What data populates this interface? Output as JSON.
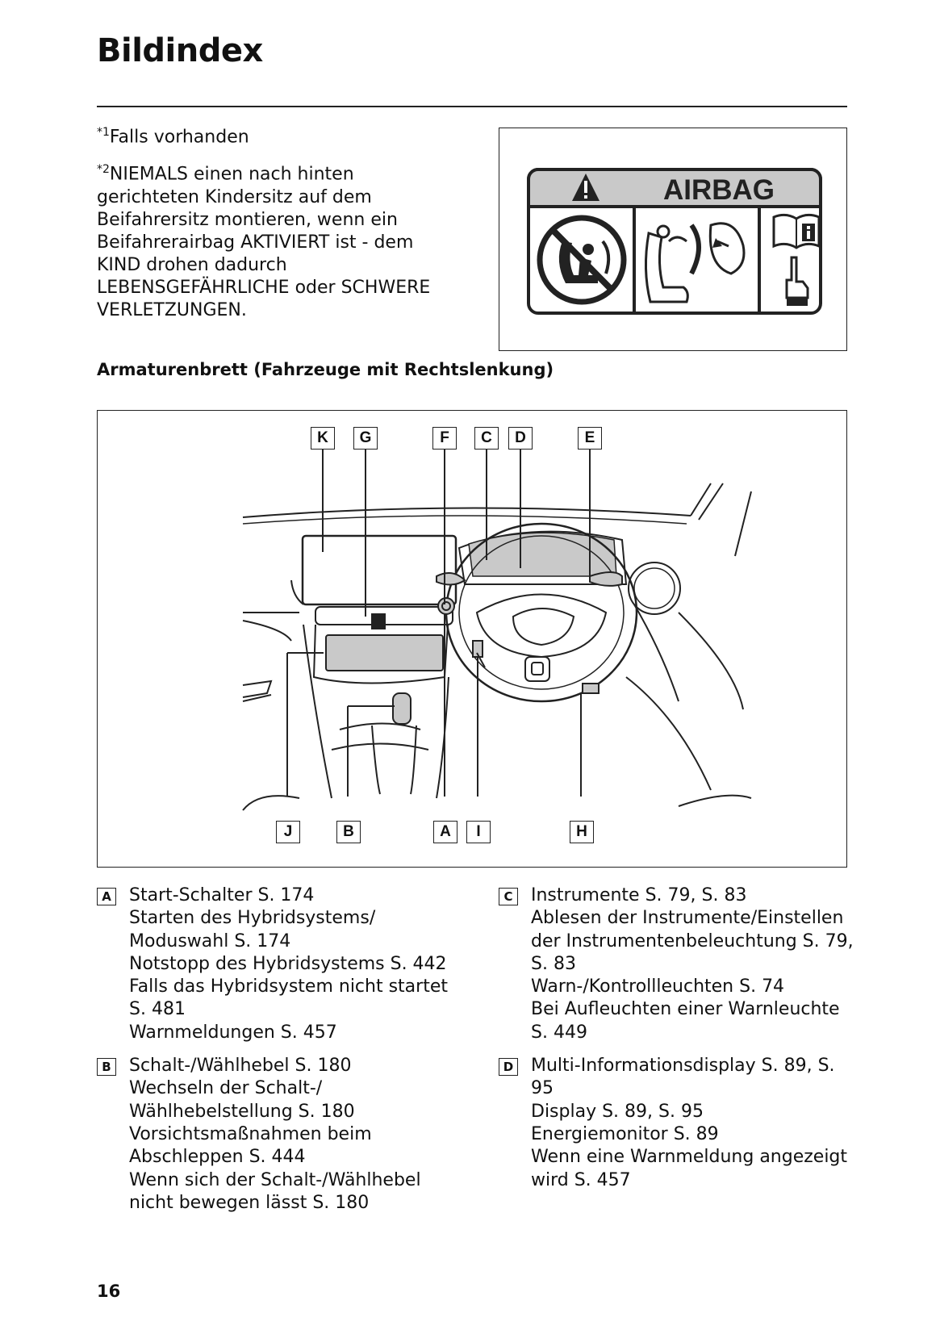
{
  "page": {
    "title": "Bildindex",
    "number": "16"
  },
  "notes": [
    {
      "mark": "*1",
      "text": "Falls vorhanden"
    },
    {
      "mark": "*2",
      "text": "NIEMALS einen nach hinten gerichteten Kindersitz auf dem Beifahrersitz montieren, wenn ein Beifahrerairbag AKTIVIERT ist - dem KIND drohen dadurch LEBENSGEFÄHRLICHE oder SCHWERE VERLETZUNGEN."
    }
  ],
  "airbag_label": {
    "heading": "AIRBAG"
  },
  "section_title": "Armaturenbrett (Fahrzeuge mit Rechtslenkung)",
  "diagram": {
    "callouts_top": [
      "K",
      "G",
      "F",
      "C",
      "D",
      "E"
    ],
    "callouts_bottom": [
      "J",
      "B",
      "A",
      "I",
      "H"
    ]
  },
  "entries_left": [
    {
      "letter": "A",
      "lines": [
        "Start-Schalter S. 174",
        "Starten des Hybridsystems/",
        "Moduswahl S. 174",
        "Notstopp des Hybridsystems S. 442",
        "Falls das Hybridsystem nicht startet",
        "S. 481",
        "Warnmeldungen S. 457"
      ]
    },
    {
      "letter": "B",
      "lines": [
        "Schalt-/Wählhebel S. 180",
        "Wechseln der Schalt-/",
        "Wählhebelstellung S. 180",
        "Vorsichtsmaßnahmen beim",
        "Abschleppen S. 444",
        "Wenn sich der Schalt-/Wählhebel",
        "nicht bewegen lässt S. 180"
      ]
    }
  ],
  "entries_right": [
    {
      "letter": "C",
      "lines": [
        "Instrumente S. 79, S. 83",
        "Ablesen der Instrumente/Einstellen",
        "der Instrumentenbeleuchtung S. 79,",
        "S. 83",
        "Warn-/Kontrollleuchten S. 74",
        "Bei Aufleuchten einer Warnleuchte",
        "S. 449"
      ]
    },
    {
      "letter": "D",
      "lines": [
        "Multi-Informationsdisplay S. 89, S. 95",
        "Display S. 89, S. 95",
        "Energiemonitor S. 89",
        "Wenn eine Warnmeldung angezeigt",
        "wird S. 457"
      ]
    }
  ]
}
